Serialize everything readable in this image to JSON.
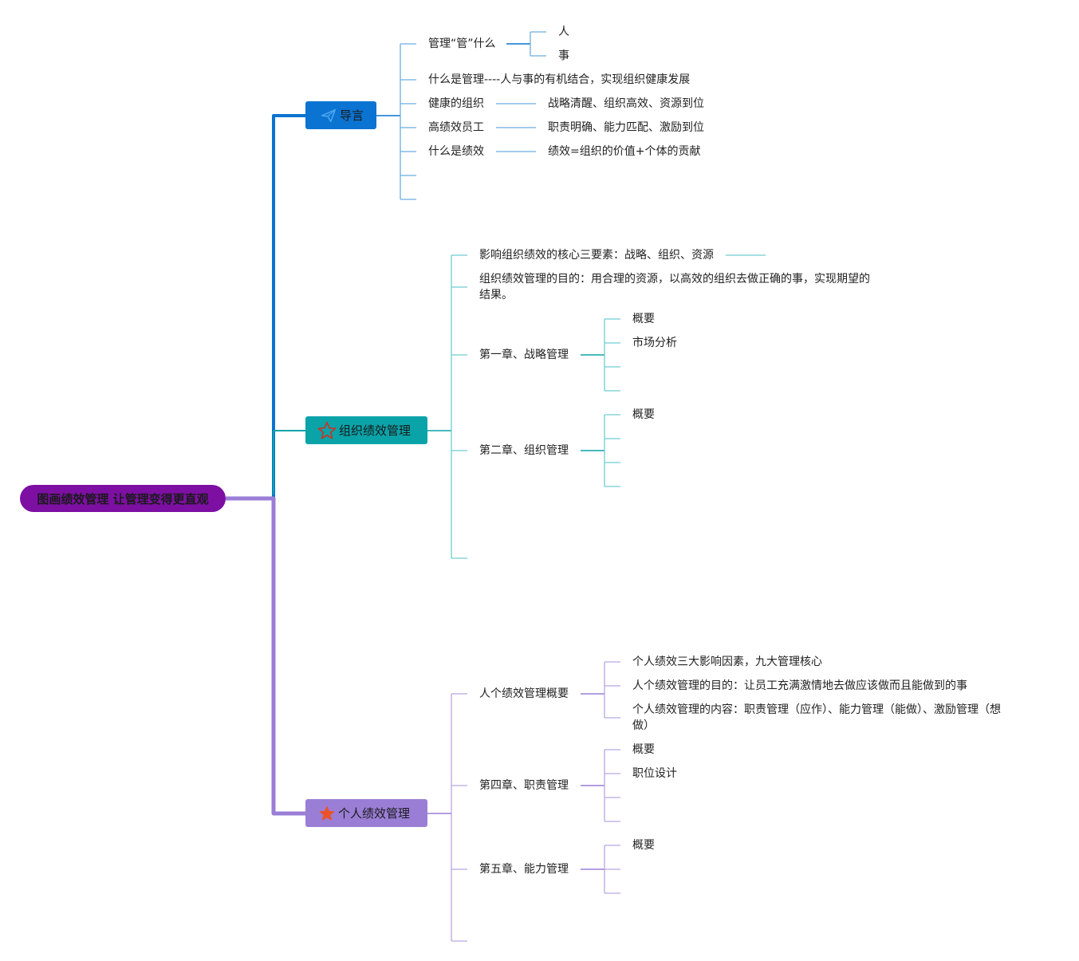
{
  "colors": {
    "root": "#7d0fa3",
    "blue": "#0b73d1",
    "blue_light": "#6aaee0",
    "teal": "#0aa3a8",
    "teal_light": "#6fcdd0",
    "purple": "#9a7ed6",
    "purple_light": "#b9a6e2"
  },
  "root": {
    "label": "图画绩效管理 让管理变得更直观"
  },
  "branches": {
    "intro": {
      "label": "导言",
      "icon": "paper-plane-icon",
      "items": {
        "guan": "管理“管”什么",
        "guan_ren": "人",
        "guan_shi": "事",
        "what_is_mgmt": "什么是管理----人与事的有机结合，实现组织健康发展",
        "healthy_org": "健康的组织",
        "healthy_org_desc": "战略清醒、组织高效、资源到位",
        "high_perf": "高绩效员工",
        "high_perf_desc": "职责明确、能力匹配、激励到位",
        "what_is_perf": "什么是绩效",
        "what_is_perf_desc": "绩效=组织的价值+个体的贡献"
      }
    },
    "org": {
      "label": "组织绩效管理",
      "icon": "star-outline-icon",
      "items": {
        "core": "影响组织绩效的核心三要素：战略、组织、资源",
        "purpose": "组织绩效管理的目的：用合理的资源，以高效的组织去做正确的事，实现期望的结果。",
        "ch1": "第一章、战略管理",
        "ch1_a": "概要",
        "ch1_b": "市场分析",
        "ch2": "第二章、组织管理",
        "ch2_a": "概要"
      }
    },
    "personal": {
      "label": "个人绩效管理",
      "icon": "star-filled-icon",
      "items": {
        "overview": "人个绩效管理概要",
        "ov_a": "个人绩效三大影响因素，九大管理核心",
        "ov_b": "人个绩效管理的目的：让员工充满激情地去做应该做而且能做到的事",
        "ov_c": "个人绩效管理的内容：职责管理（应作）、能力管理（能做）、激励管理（想做）",
        "ch4": "第四章、职责管理",
        "ch4_a": "概要",
        "ch4_b": "职位设计",
        "ch5": "第五章、能力管理",
        "ch5_a": "概要"
      }
    }
  }
}
